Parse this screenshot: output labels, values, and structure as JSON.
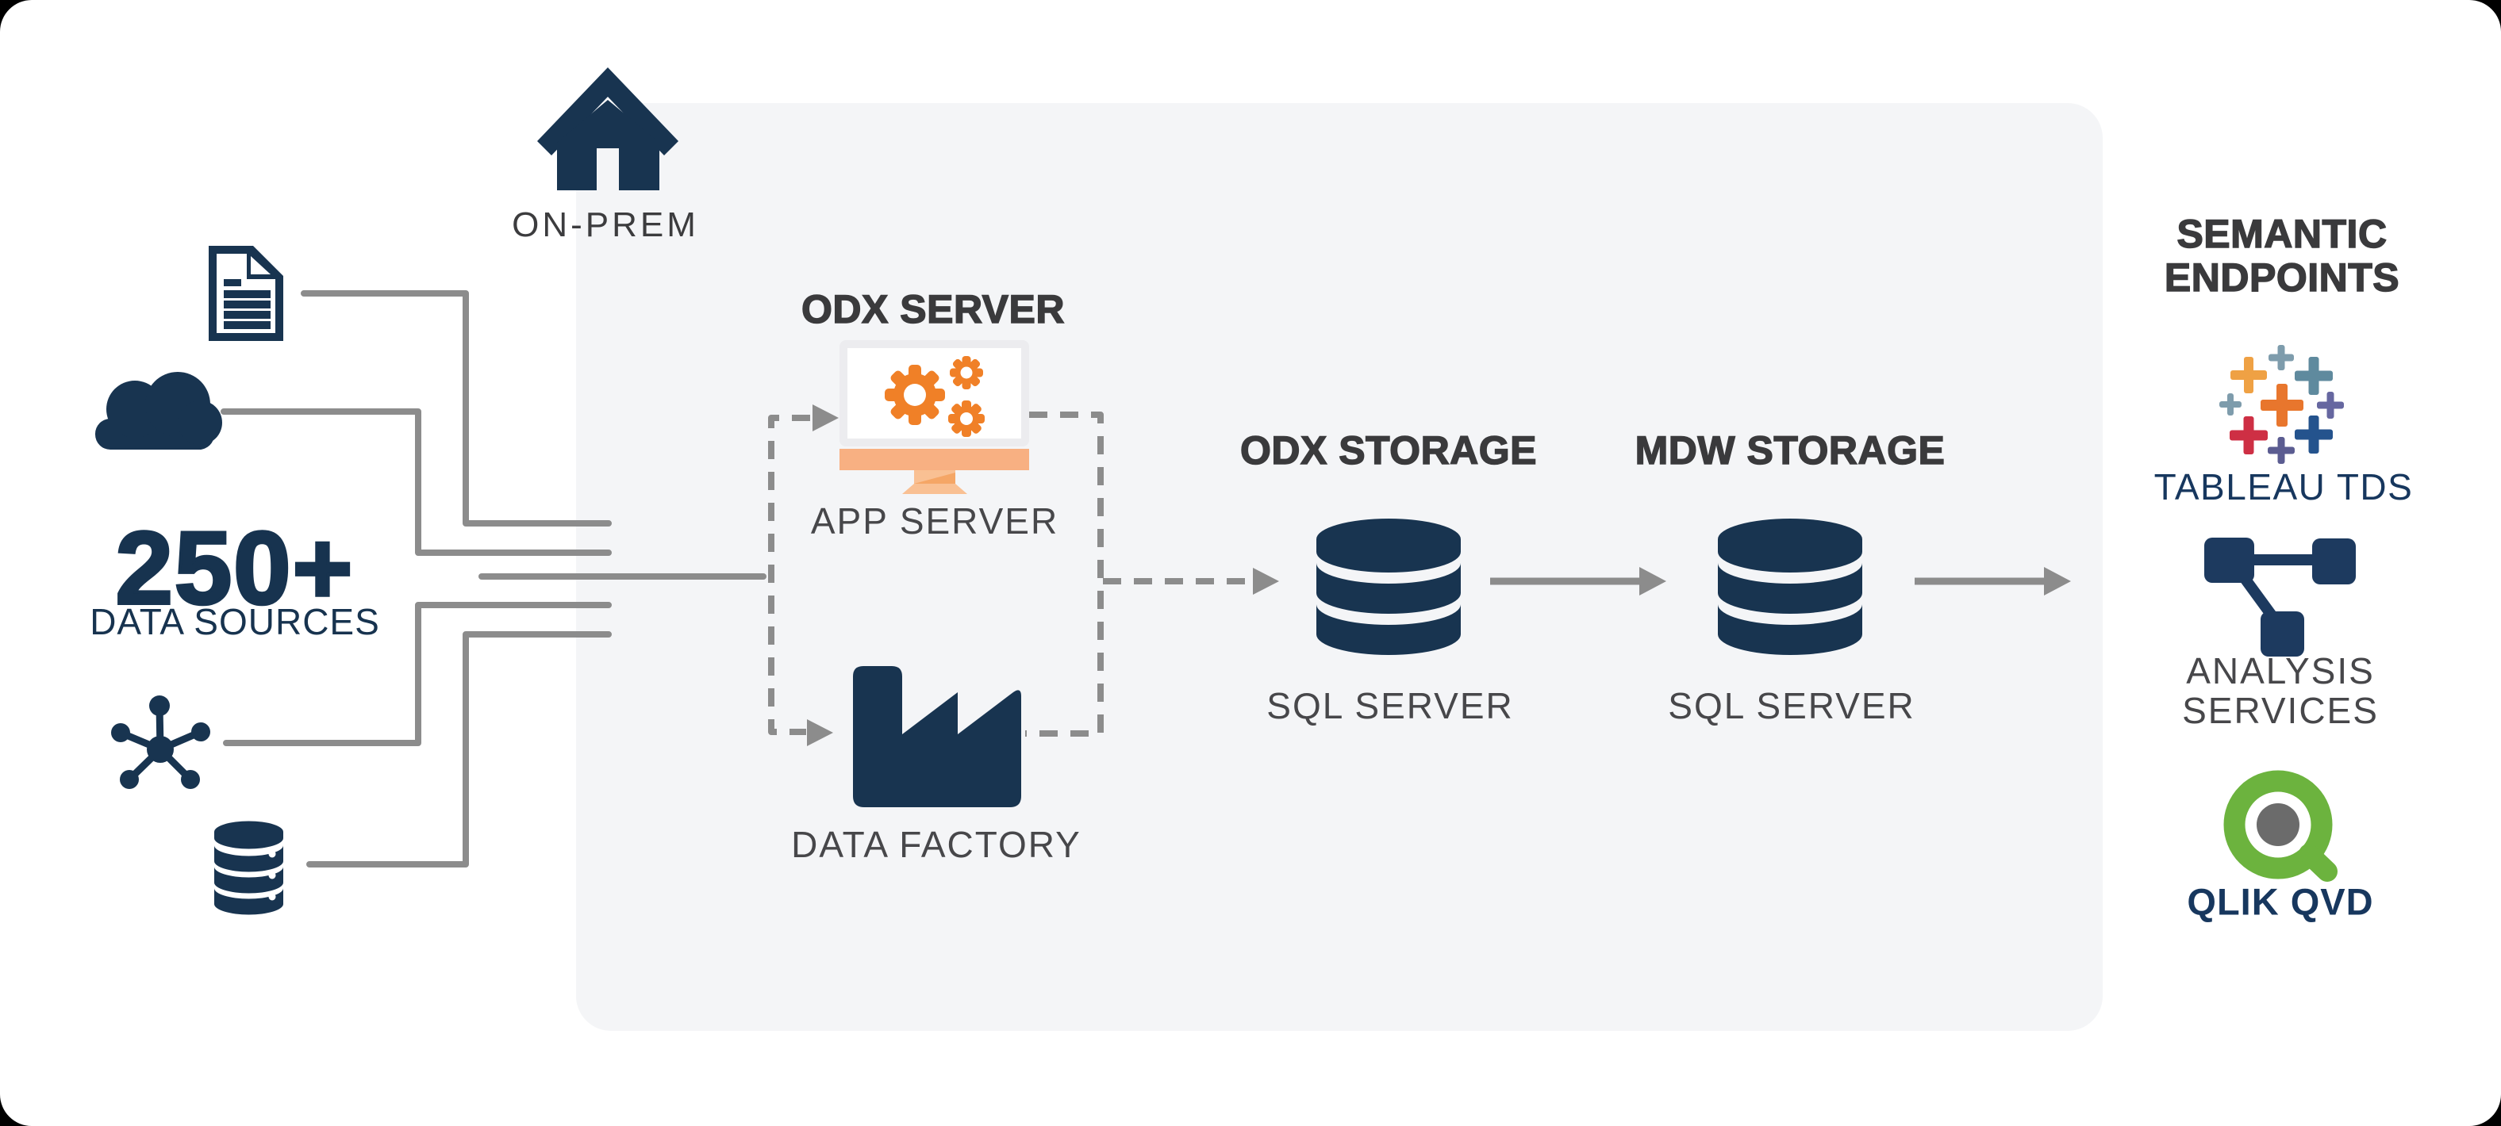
{
  "sources": {
    "count": "250+",
    "label": "DATA SOURCES",
    "icons": [
      "document-icon",
      "cloud-icon",
      "network-icon",
      "database-icon"
    ]
  },
  "on_prem": {
    "label": "ON-PREM",
    "icon": "home-icon"
  },
  "odx_server": {
    "title": "ODX SERVER",
    "app_server": "APP SERVER",
    "app_server_icon": "monitor-gears-icon",
    "data_factory": "DATA FACTORY",
    "data_factory_icon": "factory-icon"
  },
  "odx_storage": {
    "title": "ODX STORAGE",
    "caption": "SQL SERVER",
    "icon": "database-cylinder-icon"
  },
  "mdw_storage": {
    "title": "MDW STORAGE",
    "caption": "SQL SERVER",
    "icon": "database-cylinder-icon"
  },
  "semantic": {
    "title_line1": "SEMANTIC",
    "title_line2": "ENDPOINTS",
    "tableau": "TABLEAU TDS",
    "tableau_icon": "tableau-logo-icon",
    "analysis_line1": "ANALYSIS",
    "analysis_line2": "SERVICES",
    "analysis_icon": "analysis-services-icon",
    "qlik": "QLIK QVD",
    "qlik_icon": "qlik-logo-icon"
  },
  "colors": {
    "navy": "#183450",
    "line_gray": "#8C8C8C",
    "title_gray": "#3A3A3C",
    "caption_gray": "#47474A",
    "zone_bg": "#F4F5F7",
    "gear_orange": "#F08027",
    "stand_orange": "#F8B082",
    "stand_peach": "#F9C093",
    "qlik_green": "#6CB33E",
    "qlik_gray": "#6B6B6B",
    "tds_navy": "#17375E"
  }
}
